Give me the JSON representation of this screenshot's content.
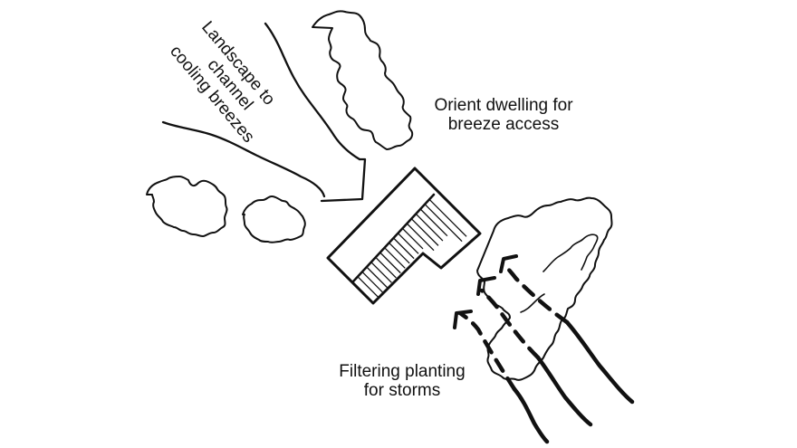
{
  "diagram": {
    "title": "Site planning for breezes and storms",
    "background_color": "#ffffff",
    "ink_color": "#111111",
    "labels": {
      "channel_line1": "Landscape to",
      "channel_line2": "channel",
      "channel_line3": "cooling breezes",
      "orient_line1": "Orient dwelling for",
      "orient_line2": "breeze access",
      "filter_line1": "Filtering planting",
      "filter_line2": "for storms"
    },
    "elements": [
      {
        "id": "tree-top",
        "kind": "tree",
        "description": "Tall tree canopy at top centre"
      },
      {
        "id": "tree-left-1",
        "kind": "tree",
        "description": "Left shrub"
      },
      {
        "id": "tree-left-2",
        "kind": "tree",
        "description": "Small shrub next to dwelling"
      },
      {
        "id": "tree-right-cluster",
        "kind": "tree",
        "description": "Filtering planting cluster at right"
      },
      {
        "id": "breeze-channel",
        "kind": "arrow",
        "description": "Two curved lines funnelling to a hollow arrow at dwelling"
      },
      {
        "id": "dwelling",
        "kind": "building",
        "description": "L-shaped rotated dwelling with hatched wing"
      },
      {
        "id": "storm-arrows",
        "kind": "arrow",
        "count": 3,
        "description": "Dashed arrows through planting, solid tails"
      }
    ]
  }
}
